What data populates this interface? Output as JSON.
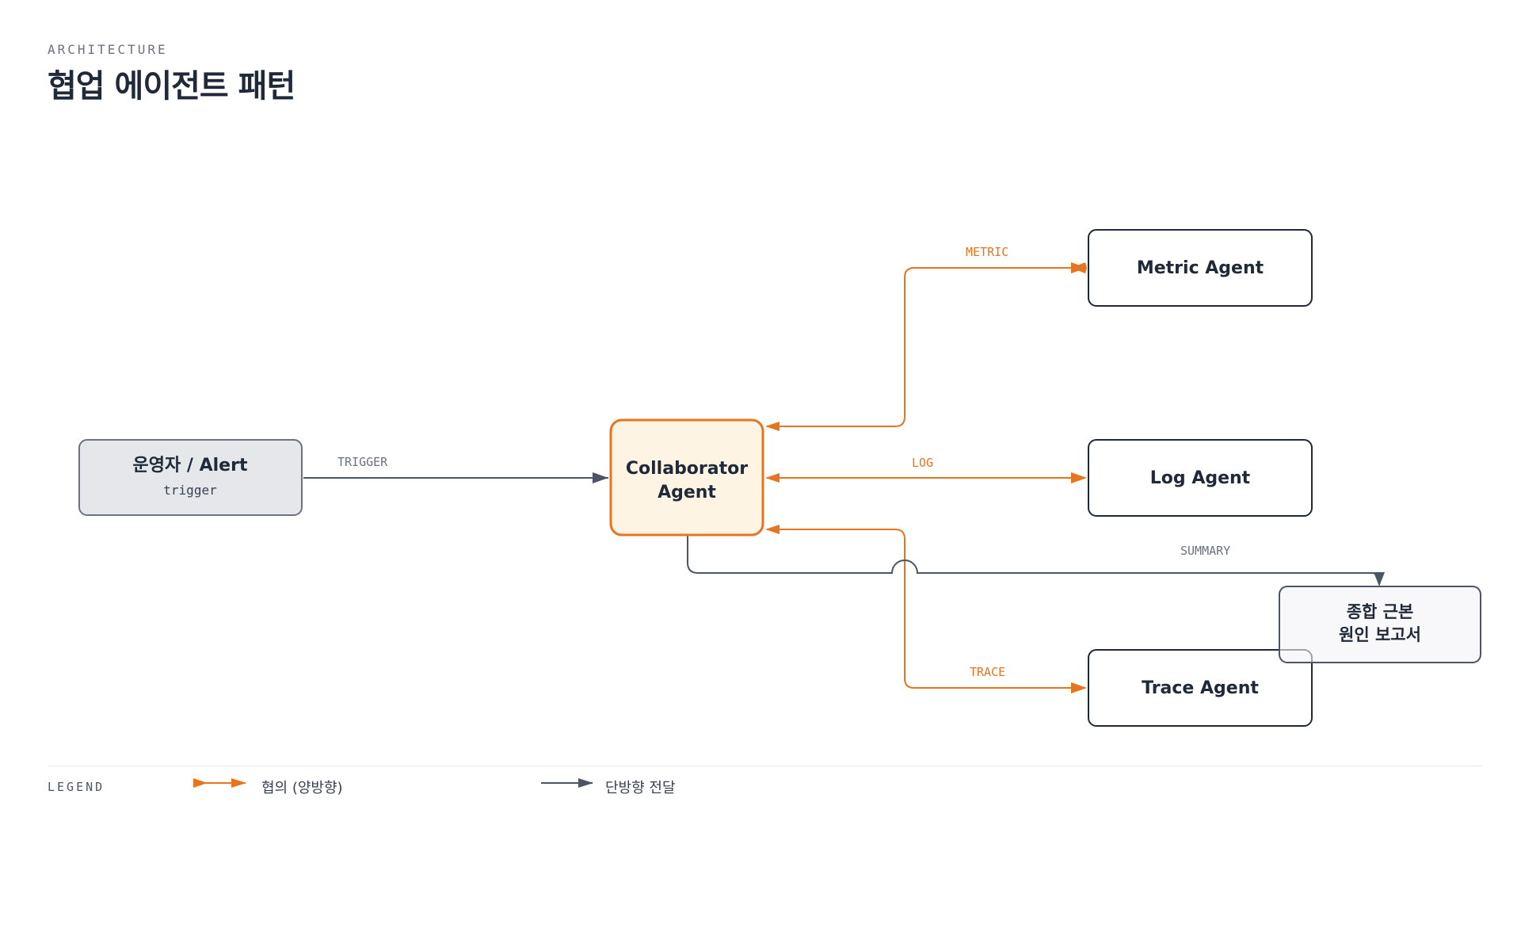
{
  "header": {
    "eyebrow": "ARCHITECTURE",
    "title": "협업 에이전트 패턴"
  },
  "nodes": {
    "operator": {
      "title": "운영자 / Alert",
      "subtitle": "trigger"
    },
    "collaborator": {
      "line1": "Collaborator",
      "line2": "Agent"
    },
    "metric": {
      "title": "Metric Agent"
    },
    "log": {
      "title": "Log Agent"
    },
    "trace": {
      "title": "Trace Agent"
    },
    "report": {
      "line1": "종합 근본",
      "line2": "원인 보고서"
    }
  },
  "edges": {
    "trigger": "TRIGGER",
    "metric": "METRIC",
    "log": "LOG",
    "trace": "TRACE",
    "summary": "SUMMARY"
  },
  "legend": {
    "title": "LEGEND",
    "bidirectional": "협의 (양방향)",
    "oneway": "단방향 전달"
  },
  "colors": {
    "accent": "#e8741e",
    "accent_fill": "#fef4e4",
    "neutral_line": "#4b5563",
    "neutral_fill": "#e5e7eb",
    "report_fill": "#f3f4f6",
    "node_border": "#1f2937"
  }
}
